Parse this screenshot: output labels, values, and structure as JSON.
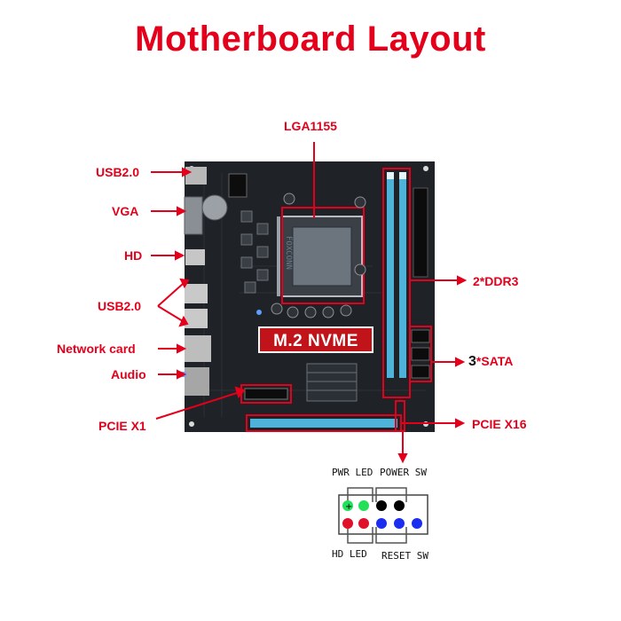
{
  "title": "Motherboard Layout",
  "board_chip_text": "FOXCONN",
  "labels": {
    "lga": "LGA1155",
    "usb_top": "USB2.0",
    "vga": "VGA",
    "hd": "HD",
    "usb_mid": "USB2.0",
    "network": "Network card",
    "audio": "Audio",
    "pcie_x1": "PCIE X1",
    "ddr3": "2*DDR3",
    "sata_num": "3",
    "sata_text": "*SATA",
    "pcie_x16": "PCIE X16",
    "m2": "M.2 NVME"
  },
  "panel_header": {
    "pwr_led": "PWR LED",
    "power_sw": "POWER SW",
    "hd_led": "HD LED",
    "reset_sw": "RESET SW"
  },
  "colors": {
    "accent_red": "#e4001b",
    "ram_blue": "#4fb3d9",
    "pin_green": "#22e05a",
    "pin_black": "#000000",
    "pin_red": "#e0102a",
    "pin_blue": "#1a2ef0"
  }
}
